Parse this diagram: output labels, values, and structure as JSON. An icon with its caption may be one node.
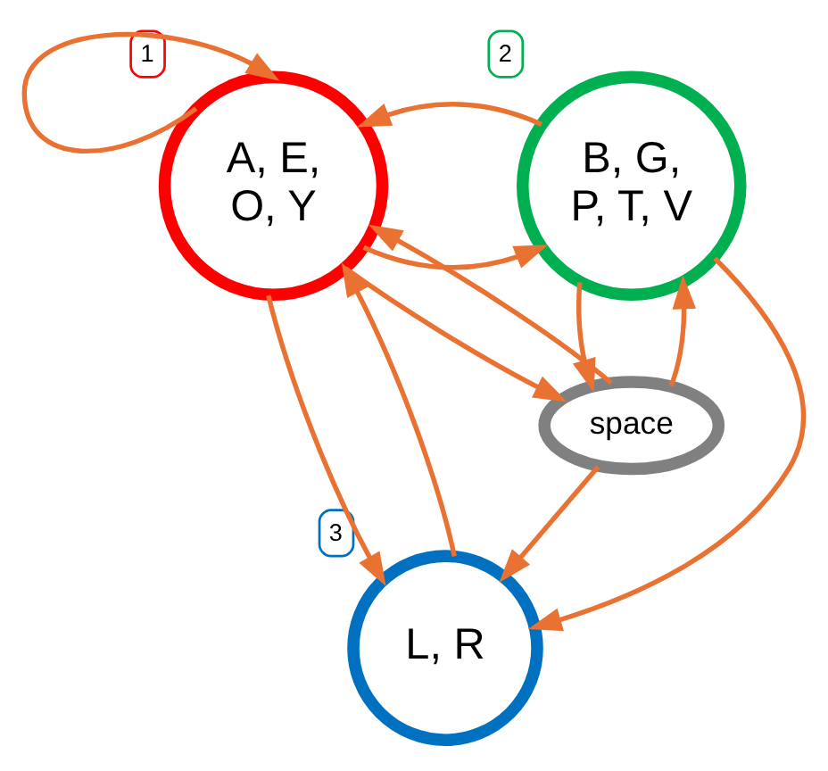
{
  "diagram": {
    "nodes": [
      {
        "text": [
          "A, E, O, Y"
        ],
        "beside": [
          "1"
        ]
      },
      {
        "text": [
          "B, G, P, T, V"
        ],
        "beside": [
          "2"
        ]
      },
      {
        "text": [
          "space"
        ]
      },
      {
        "text": [
          "L, R"
        ],
        "beside": [
          "3"
        ]
      }
    ],
    "edges": [
      {
        "from": 0,
        "to": 0,
        "arrow": "to"
      },
      {
        "from": 0,
        "to": 1,
        "arrow": "to"
      },
      {
        "from": 1,
        "to": 0,
        "arrow": "to"
      },
      {
        "from": 2,
        "to": 0,
        "arrow": "to"
      },
      {
        "from": 0,
        "to": 2,
        "arrow": "to"
      },
      {
        "from": 2,
        "to": 1,
        "arrow": "to"
      },
      {
        "from": 1,
        "to": 2,
        "arrow": "to"
      },
      {
        "from": 2,
        "to": 3,
        "arrow": "to"
      },
      {
        "from": 0,
        "to": 3,
        "arrow": "to"
      },
      {
        "from": 3,
        "to": 0,
        "arrow": "to"
      },
      {
        "from": 1,
        "to": 3,
        "arrow": "to"
      }
    ]
  }
}
